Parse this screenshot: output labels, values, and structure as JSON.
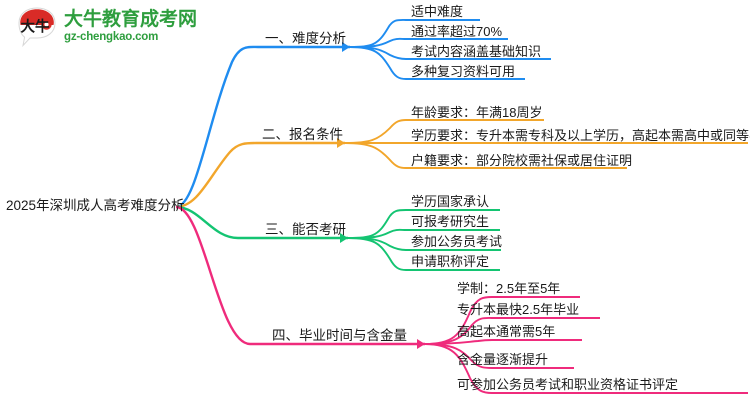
{
  "logo": {
    "icon_name": "daniu-speech-bubble-logo",
    "title": "大牛教育成考网",
    "domain_text": "gz-chengkao.com",
    "mark_text": "大牛",
    "brand_green": "#2e9e3e",
    "brand_red": "#d92b27"
  },
  "mindmap": {
    "root": {
      "label": "2025年深圳成人高考难度分析"
    },
    "branches": [
      {
        "label": "一、难度分析",
        "color": "#1f8cf0",
        "children": [
          {
            "label": "适中难度"
          },
          {
            "label": "通过率超过70%"
          },
          {
            "label": "考试内容涵盖基础知识"
          },
          {
            "label": "多种复习资料可用"
          }
        ]
      },
      {
        "label": "二、报名条件",
        "color": "#f2a62b",
        "children": [
          {
            "label": "年龄要求：年满18周岁"
          },
          {
            "label": "学历要求：专升本需专科及以上学历，高起本需高中或同等学历"
          },
          {
            "label": "户籍要求：部分院校需社保或居住证明"
          }
        ]
      },
      {
        "label": "三、能否考研",
        "color": "#14c472",
        "children": [
          {
            "label": "学历国家承认"
          },
          {
            "label": "可报考研究生"
          },
          {
            "label": "参加公务员考试"
          },
          {
            "label": "申请职称评定"
          }
        ]
      },
      {
        "label": "四、毕业时间与含金量",
        "color": "#ef2b7c",
        "children": [
          {
            "label": "学制：2.5年至5年"
          },
          {
            "label": "专升本最快2.5年毕业"
          },
          {
            "label": "高起本通常需5年"
          },
          {
            "label": "含金量逐渐提升"
          },
          {
            "label": "可参加公务员考试和职业资格证书评定"
          }
        ]
      }
    ]
  }
}
